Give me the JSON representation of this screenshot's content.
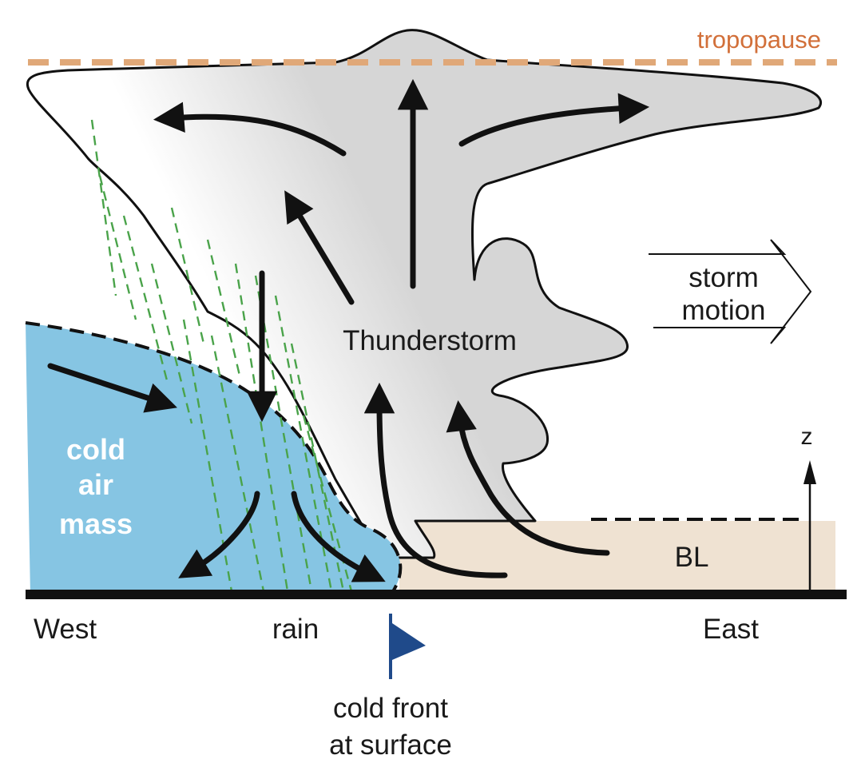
{
  "labels": {
    "tropopause": "tropopause",
    "storm_motion_line1": "storm",
    "storm_motion_line2": "motion",
    "thunderstorm": "Thunderstorm",
    "cold_air_line1": "cold",
    "cold_air_line2": "air",
    "cold_air_line3": "mass",
    "z_axis": "z",
    "boundary_layer": "BL",
    "west": "West",
    "rain": "rain",
    "east": "East",
    "cold_front_line1": "cold front",
    "cold_front_line2": "at surface"
  },
  "colors": {
    "cloud": "#d6d6d6",
    "cold_air": "#86c5e3",
    "boundary_layer": "#efe2d2",
    "tropopause": "#e0a878",
    "tropopause_text": "#d2703a",
    "rain": "#4aa34a",
    "front_flag": "#1f4a8a",
    "ground": "#111111"
  },
  "icons": {
    "front_symbol": "cold-front-flag-icon",
    "storm_motion": "hollow-right-arrow-icon"
  }
}
